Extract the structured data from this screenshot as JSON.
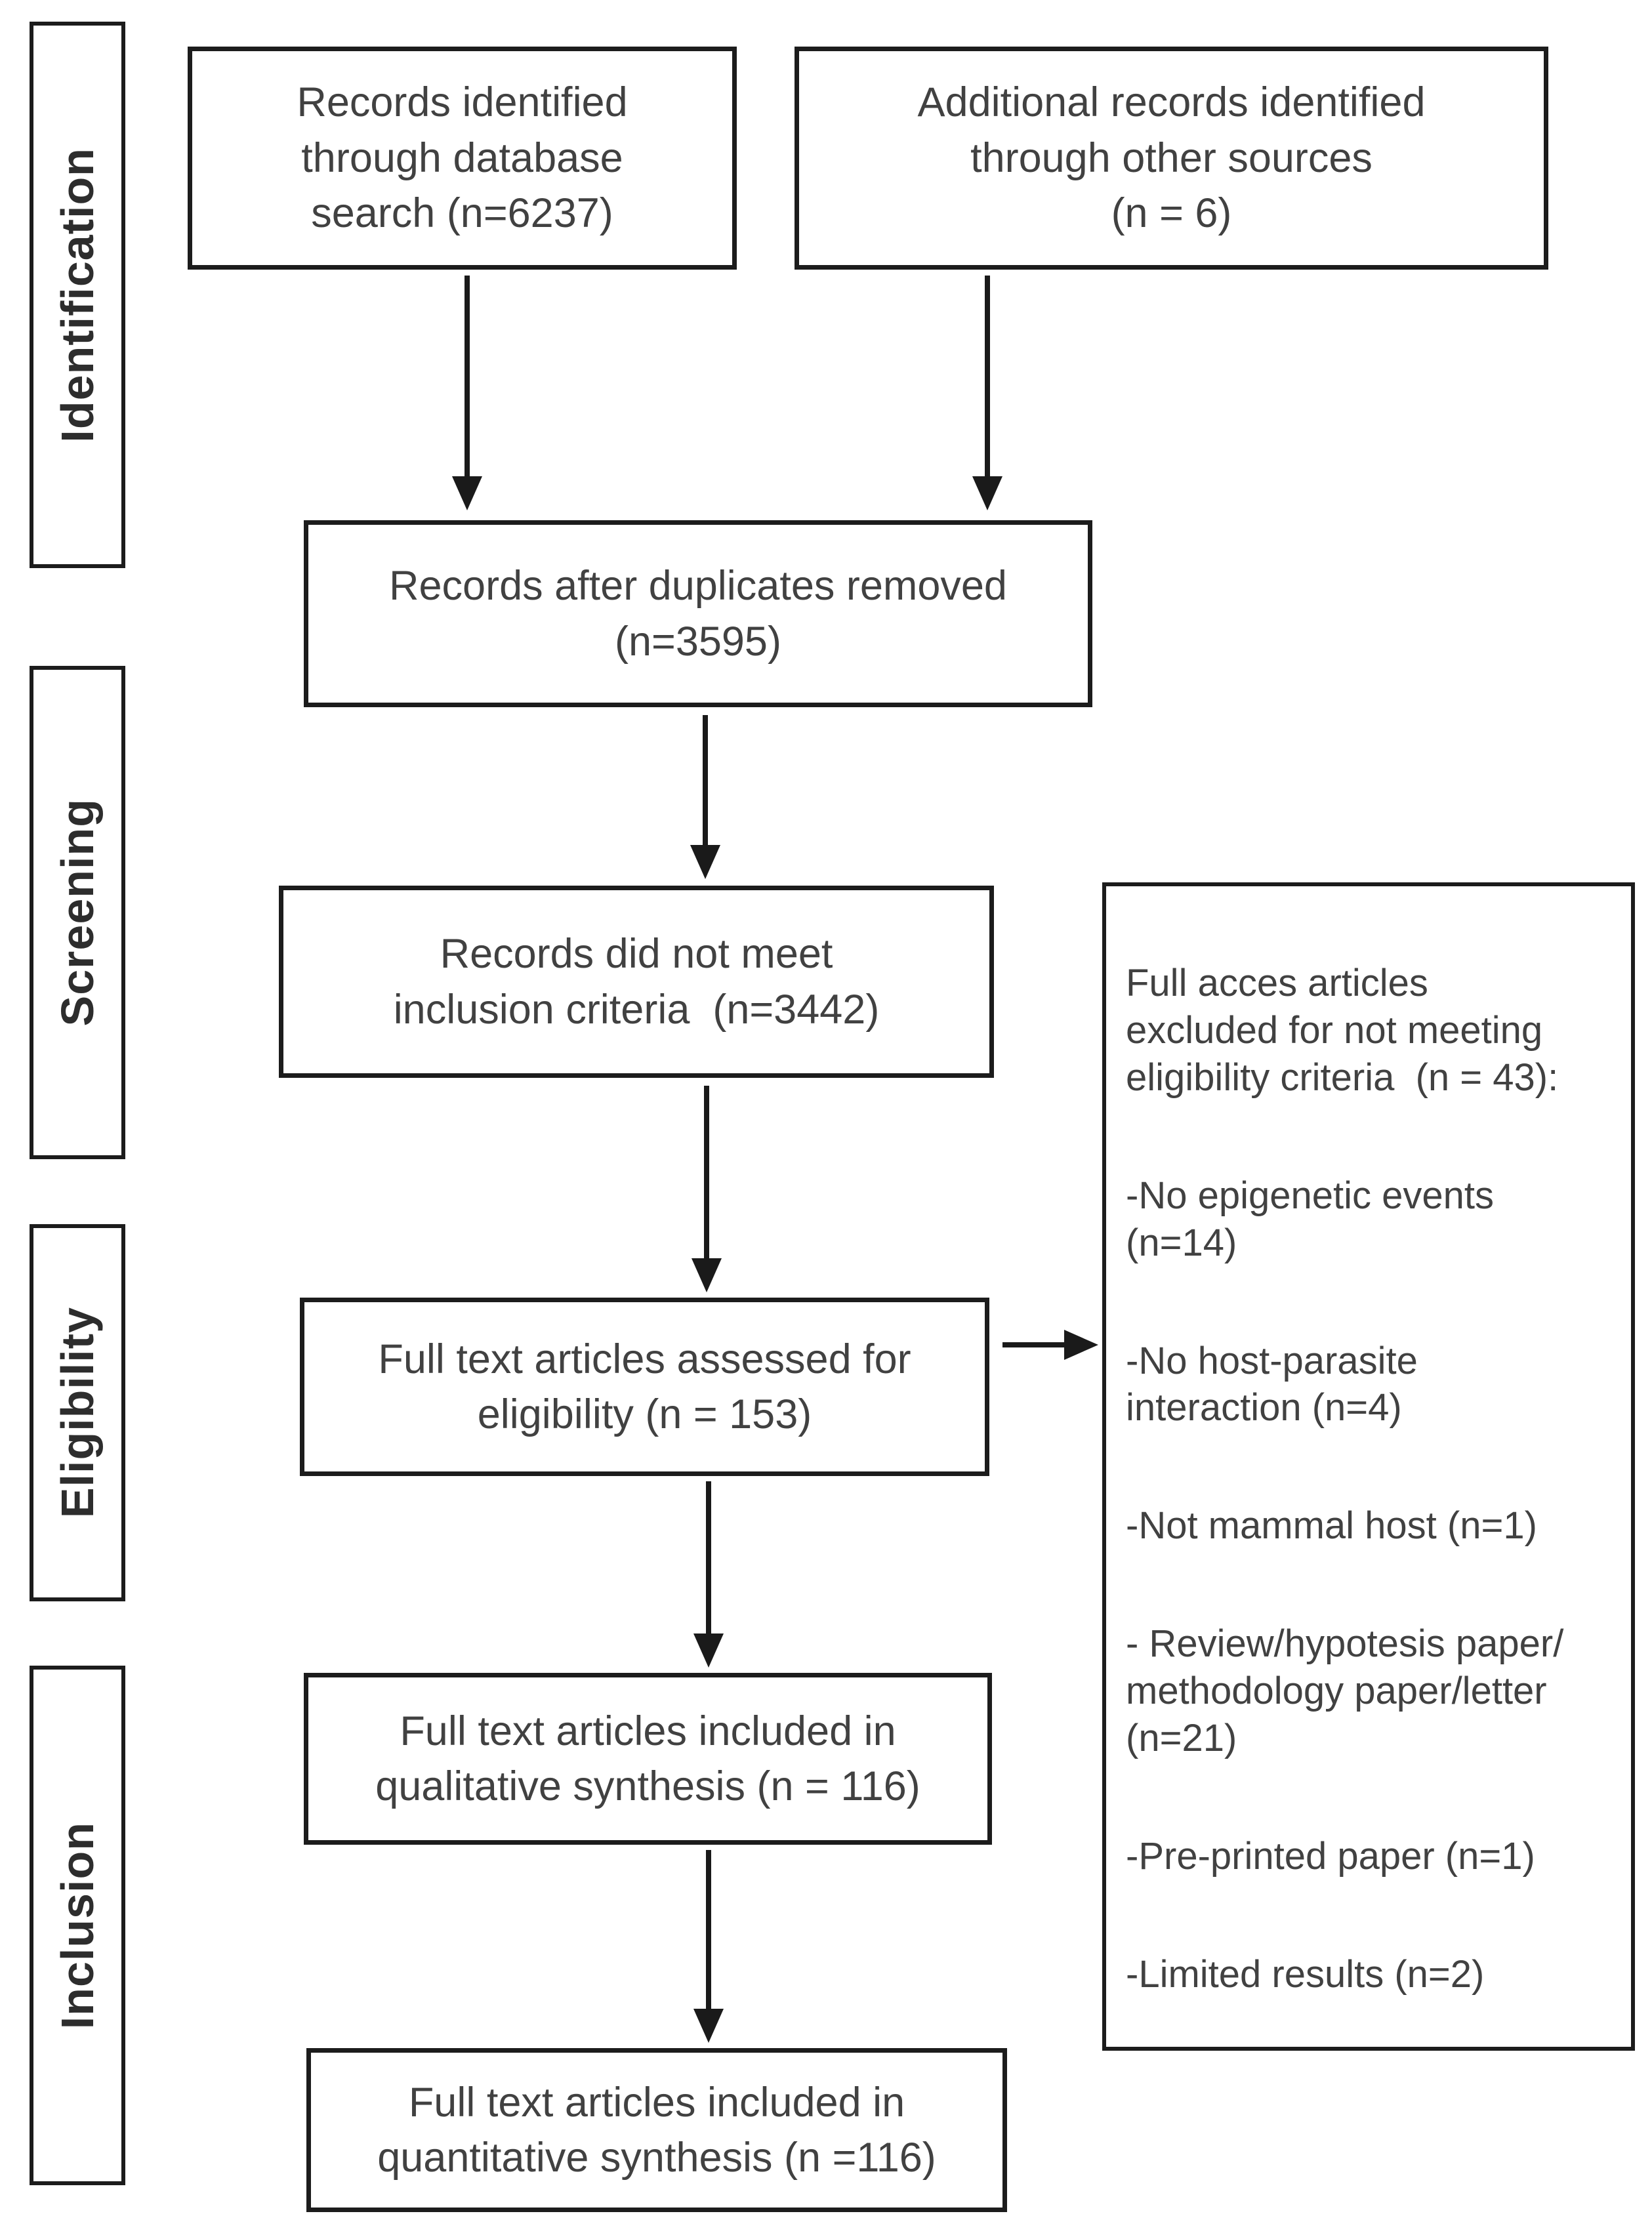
{
  "colors": {
    "background": "#ffffff",
    "border": "#1c1c1c",
    "arrow": "#1a1a1a",
    "text": "#414141"
  },
  "stages": [
    {
      "label": "Identification"
    },
    {
      "label": "Screening"
    },
    {
      "label": "Eligibility"
    },
    {
      "label": "Inclusion"
    }
  ],
  "boxes": {
    "database_records": {
      "n": 6237,
      "lines": [
        "Records identified",
        "through database",
        "search (n=6237)"
      ]
    },
    "other_sources": {
      "n": 6,
      "lines": [
        "Additional records identified",
        "through other sources",
        "(n = 6)"
      ]
    },
    "after_duplicates": {
      "n": 3595,
      "lines": [
        "Records after duplicates removed",
        "(n=3595)"
      ]
    },
    "not_meeting_inclusion": {
      "n": 3442,
      "lines": [
        "Records did not meet",
        "inclusion criteria  (n=3442)"
      ]
    },
    "assessed_eligibility": {
      "n": 153,
      "lines": [
        "Full text articles assessed for",
        "eligibility (n = 153)"
      ]
    },
    "qualitative_synthesis": {
      "n": 116,
      "lines": [
        "Full text articles included in",
        "qualitative synthesis (n = 116)"
      ]
    },
    "quantitative_synthesis": {
      "n": 116,
      "lines": [
        "Full text articles included in",
        "quantitative synthesis (n =116)"
      ]
    }
  },
  "exclusion": {
    "n": 43,
    "intro_lines": [
      "Full acces articles",
      "excluded for not meeting",
      "eligibility criteria  (n = 43):"
    ],
    "items": [
      {
        "n": 14,
        "lines": [
          "-No epigenetic events",
          "(n=14)"
        ]
      },
      {
        "n": 4,
        "lines": [
          "-No host-parasite",
          "interaction (n=4)"
        ]
      },
      {
        "n": 1,
        "lines": [
          "-Not mammal host (n=1)"
        ]
      },
      {
        "n": 21,
        "lines": [
          "- Review/hypotesis paper/",
          "methodology paper/letter",
          "(n=21)"
        ]
      },
      {
        "n": 1,
        "lines": [
          "-Pre-printed paper (n=1)"
        ]
      },
      {
        "n": 2,
        "lines": [
          "-Limited results (n=2)"
        ]
      }
    ]
  }
}
